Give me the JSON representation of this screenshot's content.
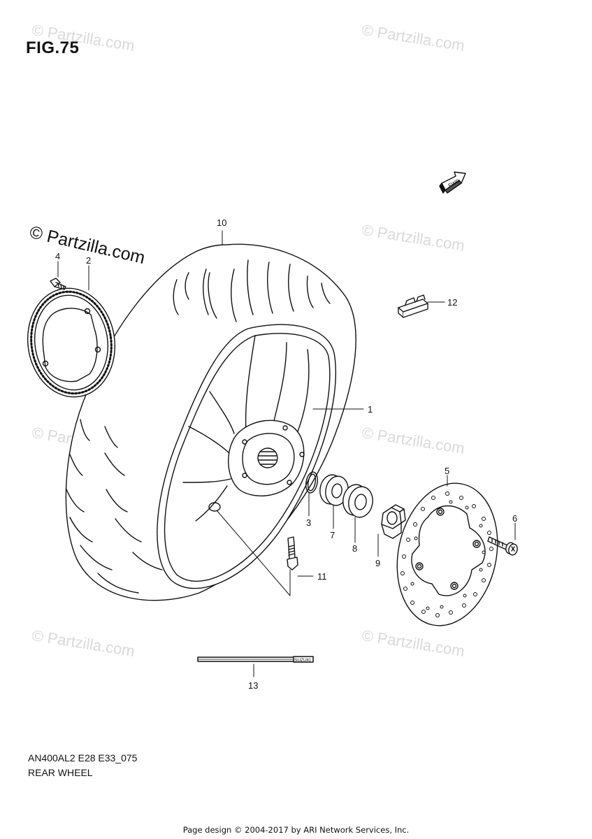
{
  "figure": {
    "title": "FIG.75"
  },
  "watermark": {
    "text": "© Partzilla.com"
  },
  "callouts": [
    "1",
    "2",
    "3",
    "4",
    "5",
    "6",
    "7",
    "8",
    "9",
    "10",
    "11",
    "12",
    "13"
  ],
  "fwd_label": "FWD",
  "strip_label": "SUZUKI",
  "diagram_code": "AN400AL2 E28 E33_075",
  "caption": "REAR WHEEL",
  "footer": "Page design © 2004-2017 by ARI Network Services, Inc."
}
